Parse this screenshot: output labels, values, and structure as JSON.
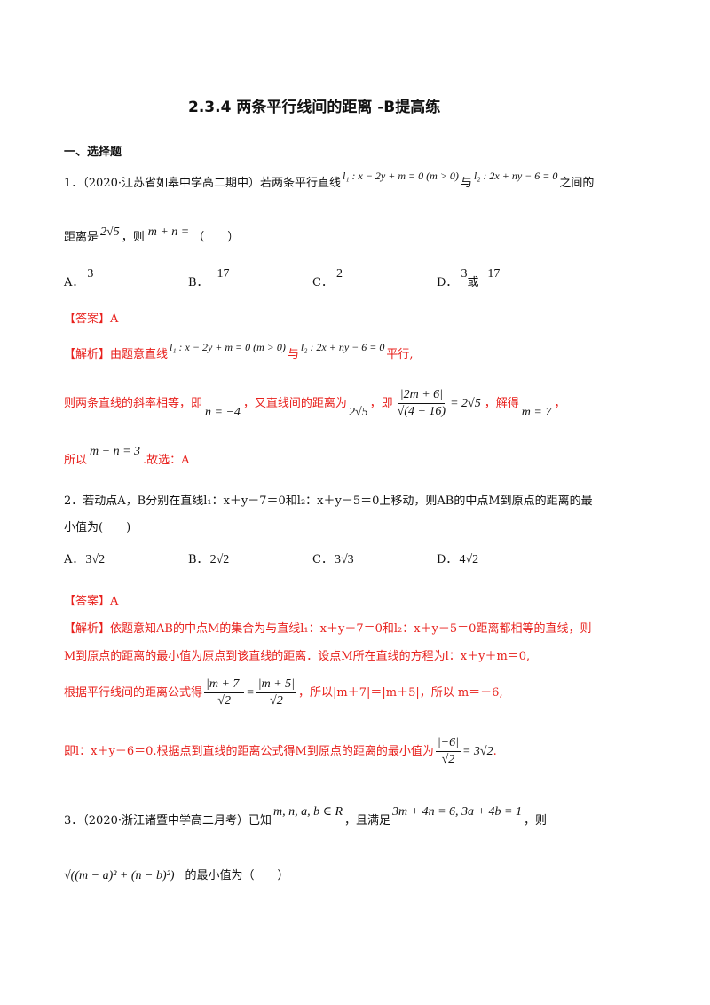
{
  "doc": {
    "title": "2.3.4 两条平行线间的距离 -B提高练",
    "section": "一、选择题"
  },
  "q1": {
    "prefix": "1．（2020·江苏省如皋中学高二期中）若两条平行直线",
    "l1": "l₁ : x − 2y + m = 0 (m > 0)",
    "and": "与",
    "l2": "l₂ : 2x + ny − 6 = 0",
    "suffix": "之间的",
    "line2_a": "距离是",
    "dist": "2√5",
    "line2_b": "，则",
    "expr": "m + n =",
    "line2_c": "（　　）",
    "opts": [
      {
        "label": "A．",
        "value": "3"
      },
      {
        "label": "B．",
        "value": "−17"
      },
      {
        "label": "C．",
        "value": "2"
      },
      {
        "label": "D．",
        "value": "3",
        "extra": "或",
        "value2": "−17"
      }
    ],
    "answer": "【答案】A",
    "exp_tag": "【解析】",
    "exp1_a": "由题意直线",
    "exp1_l1": "l₁ : x − 2y + m = 0 (m > 0)",
    "exp1_and": "与",
    "exp1_l2": "l₂ : 2x + ny − 6 = 0",
    "exp1_b": "平行,",
    "exp2_a": "则两条直线的斜率相等，即",
    "exp2_n": "n = −4",
    "exp2_b": "，又直线间的距离为",
    "exp2_d": "2√5",
    "exp2_c": "，即",
    "exp2_num": "|2m + 6|",
    "exp2_den": "√(4 + 16)",
    "exp2_eq": "= 2√5",
    "exp2_d2": "，解得",
    "exp2_m": "m = 7",
    "exp2_e": "，",
    "exp3_a": "所以",
    "exp3_expr": "m + n = 3",
    "exp3_b": ".故选：A"
  },
  "q2": {
    "line1": "2．若动点A，B分别在直线l₁：x＋y－7＝0和l₂：x＋y－5＝0上移动，则AB的中点M到原点的距离的最",
    "line2": "小值为(　　)",
    "opts": [
      {
        "label": "A．",
        "value": "3√2"
      },
      {
        "label": "B．",
        "value": "2√2"
      },
      {
        "label": "C．",
        "value": "3√3"
      },
      {
        "label": "D．",
        "value": "4√2"
      }
    ],
    "answer": "【答案】A",
    "exp_tag": "【解析】",
    "exp1": "依题意知AB的中点M的集合为与直线l₁：x＋y－7＝0和l₂：x＋y－5＝0距离都相等的直线，则",
    "exp2": "M到原点的距离的最小值为原点到该直线的距离．设点M所在直线的方程为l：x＋y＋m＝0,",
    "exp3_a": "根据平行线间的距离公式得",
    "exp3_n1": "|m + 7|",
    "exp3_d1": "√2",
    "exp3_eq": "=",
    "exp3_n2": "|m + 5|",
    "exp3_d2": "√2",
    "exp3_b": "，所以|m＋7|＝|m＋5|，所以 m＝－6,",
    "exp4_a": "即l：x＋y－6＝0.根据点到直线的距离公式得M到原点的距离的最小值为",
    "exp4_num": "|−6|",
    "exp4_den": "√2",
    "exp4_eq": "= 3√2",
    "exp4_b": "."
  },
  "q3": {
    "prefix": "3．（2020·浙江诸暨中学高二月考）已知",
    "cond1": "m, n, a, b ∈ R",
    "mid": "，且满足",
    "cond2": "3m + 4n = 6, 3a + 4b = 1",
    "suffix": "，则",
    "expr": "√((m − a)² + (n − b)²)",
    "tail": "的最小值为（　　）"
  }
}
